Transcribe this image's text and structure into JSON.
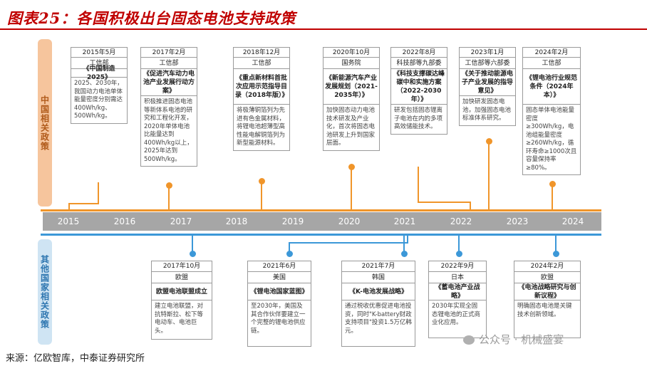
{
  "title": "图表25：各国积极出台固态电池支持政策",
  "china_label": "中国相关政策",
  "foreign_label": "其他国家相关政策",
  "years": [
    "2015",
    "2016",
    "2017",
    "2018",
    "2019",
    "2020",
    "2021",
    "2022",
    "2023",
    "2024"
  ],
  "china": [
    {
      "date": "2015年5月",
      "org": "工信部",
      "name": "《中国制造2025》",
      "desc": "2025、2030年，我国动力电池单体能量密度分别需达400Wh/kg、500Wh/kg。"
    },
    {
      "date": "2017年2月",
      "org": "工信部",
      "name": "《促进汽车动力电池产业发展行动方案》",
      "desc": "积极推进固态电池等新体系电池的研究和工程化开发，2020年单体电池比能量达到400Wh/kg以上，2025年达到500Wh/kg。"
    },
    {
      "date": "2018年12月",
      "org": "工信部",
      "name": "《重点新材料首批次应用示范指导目录（2018年版）》",
      "desc": "将极薄铜箔列为先进有色金属材料，将锂电池超薄型高性能电解铜箔列为新型能源材料。"
    },
    {
      "date": "2020年10月",
      "org": "国务院",
      "name": "《新能源汽车产业发展规划（2021-2035年）》",
      "desc": "加快固态动力电池技术研发及产业化，首次将固态电池研发上升到国家层面。"
    },
    {
      "date": "2022年8月",
      "org": "科技部等九部委",
      "name": "《科技支撑碳达峰碳中和实施方案（2022-2030年）》",
      "desc": "研发包括固态锂离子电池在内的多项高效储能技术。"
    },
    {
      "date": "2023年1月",
      "org": "工信部等六部委",
      "name": "《关于推动能源电子产业发展的指导意见》",
      "desc": "加快研发固态电池，加强固态电池标准体系研究。"
    },
    {
      "date": "2024年2月",
      "org": "工信部",
      "name": "《锂电池行业规范条件（2024年本）》",
      "desc": "固态单体电池能量密度≥300Wh/kg，电池组能量密度≥260Wh/kg，循环寿命≥1000次且容量保持率≥80%。"
    }
  ],
  "foreign": [
    {
      "date": "2017年10月",
      "org": "欧盟",
      "name": "欧盟电池联盟成立",
      "desc": "建立电池联盟，对抗特斯拉、松下等电动车、电池巨头。"
    },
    {
      "date": "2021年6月",
      "org": "美国",
      "name": "《锂电池国家蓝图》",
      "desc": "至2030年，美国及其合作伙伴要建立一个完整的锂电池供应链。"
    },
    {
      "date": "2021年7月",
      "org": "韩国",
      "name": "《K-电池发展战略》",
      "desc": "通过税收优惠促进电池投资，同时\"K-battery财政支持项目\"投资1.5万亿韩元。"
    },
    {
      "date": "2022年9月",
      "org": "日本",
      "name": "《蓄电池产业战略》",
      "desc": "2030年实现全固态锂电池的正式商业化应用。"
    },
    {
      "date": "2024年2月",
      "org": "欧盟",
      "name": "《电池战略研究与创新议程》",
      "desc": "明确固态电池是关键技术创新领域。"
    }
  ],
  "source": "来源：亿欧智库，中泰证券研究所",
  "watermark": "公众号 · 机械盛宴"
}
